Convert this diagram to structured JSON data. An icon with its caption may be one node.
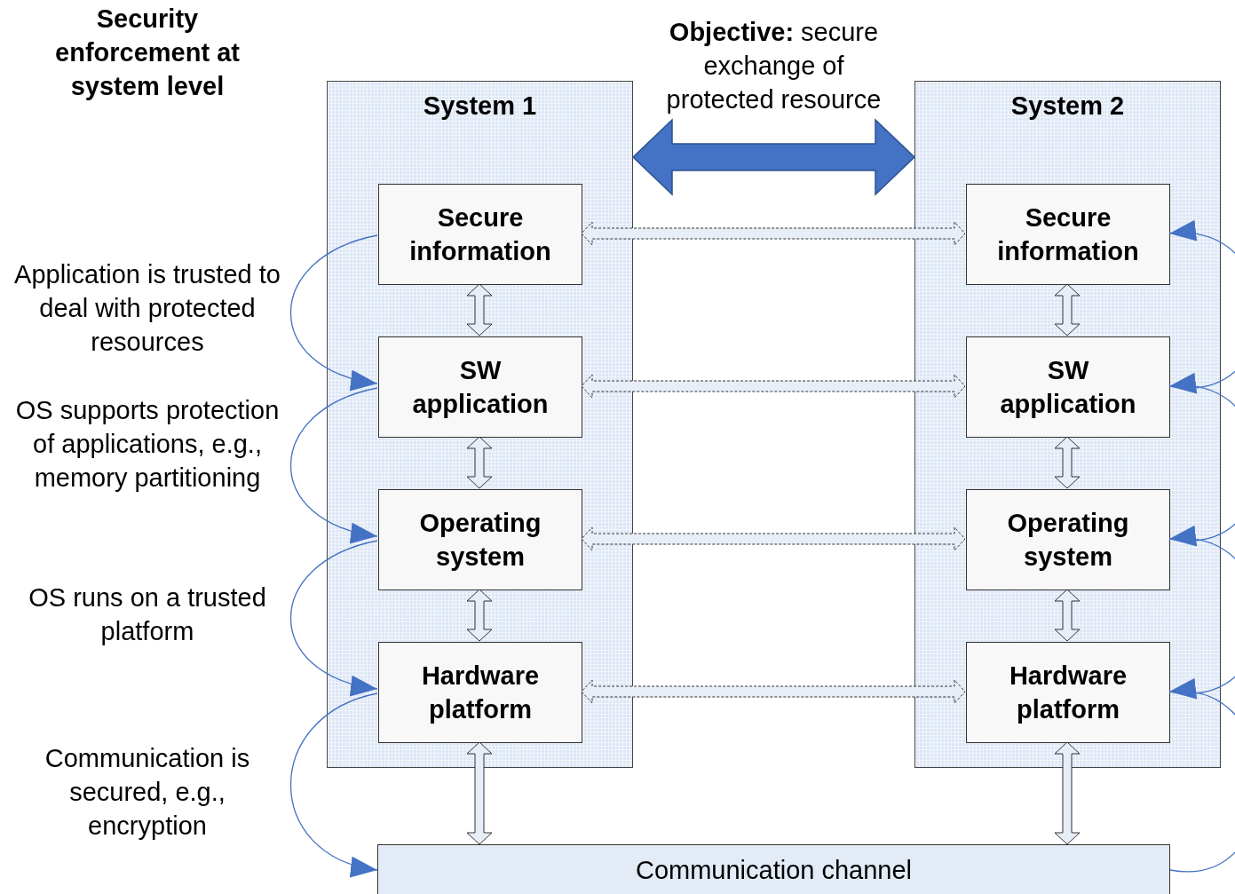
{
  "diagram": {
    "title": "Security enforcement at system level",
    "nodes": [
      {
        "text": [
          "System 1"
        ]
      },
      {
        "text": [
          "Secure information"
        ],
        "in": 0
      },
      {
        "text": [
          "SW application"
        ],
        "in": 0
      },
      {
        "text": [
          "Operating system"
        ],
        "in": 0
      },
      {
        "text": [
          "Hardware platform"
        ],
        "in": 0
      },
      {
        "text": [
          "System 2"
        ]
      },
      {
        "text": [
          "Secure information"
        ],
        "in": 5
      },
      {
        "text": [
          "SW application"
        ],
        "in": 5
      },
      {
        "text": [
          "Operating system"
        ],
        "in": 5
      },
      {
        "text": [
          "Hardware platform"
        ],
        "in": 5
      },
      {
        "text": [
          "Communication channel"
        ]
      }
    ],
    "edges": [
      {
        "from": 0,
        "to": 5,
        "arrow": "both",
        "label": "**Objective:** secure exchange of protected resource",
        "style": "thick",
        "color": "#4472c4"
      },
      {
        "from": 1,
        "to": 6,
        "arrow": "both",
        "style": "dashed"
      },
      {
        "from": 2,
        "to": 7,
        "arrow": "both",
        "style": "dashed"
      },
      {
        "from": 3,
        "to": 8,
        "arrow": "both",
        "style": "dashed"
      },
      {
        "from": 4,
        "to": 9,
        "arrow": "both",
        "style": "dashed"
      },
      {
        "from": 1,
        "to": 2,
        "arrow": "both"
      },
      {
        "from": 2,
        "to": 3,
        "arrow": "both"
      },
      {
        "from": 3,
        "to": 4,
        "arrow": "both"
      },
      {
        "from": 4,
        "to": 10,
        "arrow": "both"
      },
      {
        "from": 6,
        "to": 7,
        "arrow": "both"
      },
      {
        "from": 7,
        "to": 8,
        "arrow": "both"
      },
      {
        "from": 8,
        "to": 9,
        "arrow": "both"
      },
      {
        "from": 9,
        "to": 10,
        "arrow": "both"
      },
      {
        "from": 1,
        "to": 2,
        "arrow": "to",
        "color": "#4472c4"
      },
      {
        "from": 2,
        "to": 3,
        "arrow": "to",
        "color": "#4472c4"
      },
      {
        "from": 3,
        "to": 4,
        "arrow": "to",
        "color": "#4472c4"
      },
      {
        "from": 4,
        "to": 10,
        "arrow": "to",
        "color": "#4472c4"
      },
      {
        "from": 10,
        "to": 9,
        "arrow": "to",
        "color": "#4472c4"
      },
      {
        "from": 9,
        "to": 8,
        "arrow": "to",
        "color": "#4472c4"
      },
      {
        "from": 8,
        "to": 7,
        "arrow": "to",
        "color": "#4472c4"
      },
      {
        "from": 7,
        "to": 6,
        "arrow": "to",
        "color": "#4472c4"
      }
    ],
    "labels": [
      "Application is trusted to deal with protected resources",
      "OS supports protection of applications, e.g., memory partitioning",
      "OS runs on a trusted platform",
      "Communication is secured, e.g., encryption"
    ]
  }
}
